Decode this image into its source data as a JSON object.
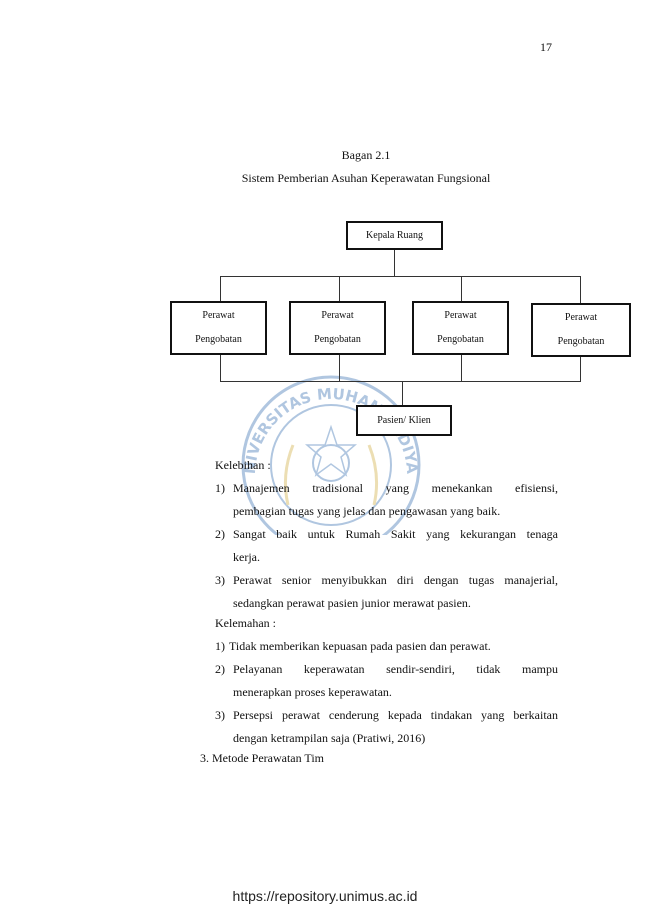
{
  "page_number": "17",
  "figure": {
    "label": "Bagan 2.1",
    "title": "Sistem Pemberian Asuhan Keperawatan Fungsional",
    "top_node": "Kepala Ruang",
    "nurse_nodes": [
      {
        "line1": "Perawat",
        "line2": "Pengobatan"
      },
      {
        "line1": "Perawat",
        "line2": "Pengobatan"
      },
      {
        "line1": "Perawat",
        "line2": "Pengobatan"
      },
      {
        "line1": "Perawat",
        "line2": "Pengobatan"
      }
    ],
    "bottom_node": "Pasien/ Klien"
  },
  "watermark": {
    "text_top": "UNIVERSITAS MUHAMMADIYAH",
    "color": "#1f5fa8",
    "accent": "#c9a227"
  },
  "kelebihan": {
    "heading": "Kelebihan :",
    "items": [
      {
        "num": "1)",
        "line1": "Manajemen tradisional yang menekankan efisiensi,",
        "line2": "pembagian tugas yang jelas dan pengawasan yang baik."
      },
      {
        "num": "2)",
        "line1": "Sangat baik untuk Rumah Sakit yang kekurangan tenaga",
        "line2": "kerja."
      },
      {
        "num": "3)",
        "line1": "Perawat senior menyibukkan diri dengan tugas manajerial,",
        "line2": "sedangkan perawat pasien junior merawat pasien."
      }
    ]
  },
  "kelemahan": {
    "heading": "Kelemahan :",
    "items": [
      {
        "num": "1)",
        "line1": "Tidak memberikan kepuasan pada pasien dan perawat.",
        "line2": ""
      },
      {
        "num": "2)",
        "line1": "Pelayanan keperawatan sendir-sendiri, tidak mampu",
        "line2": "menerapkan proses keperawatan."
      },
      {
        "num": "3)",
        "line1": "Persepsi perawat cenderung kepada tindakan yang berkaitan",
        "line2": "dengan ketrampilan saja (Pratiwi, 2016)"
      }
    ]
  },
  "next_section": "3. Metode Perawatan Tim",
  "footer_url": "https://repository.unimus.ac.id"
}
